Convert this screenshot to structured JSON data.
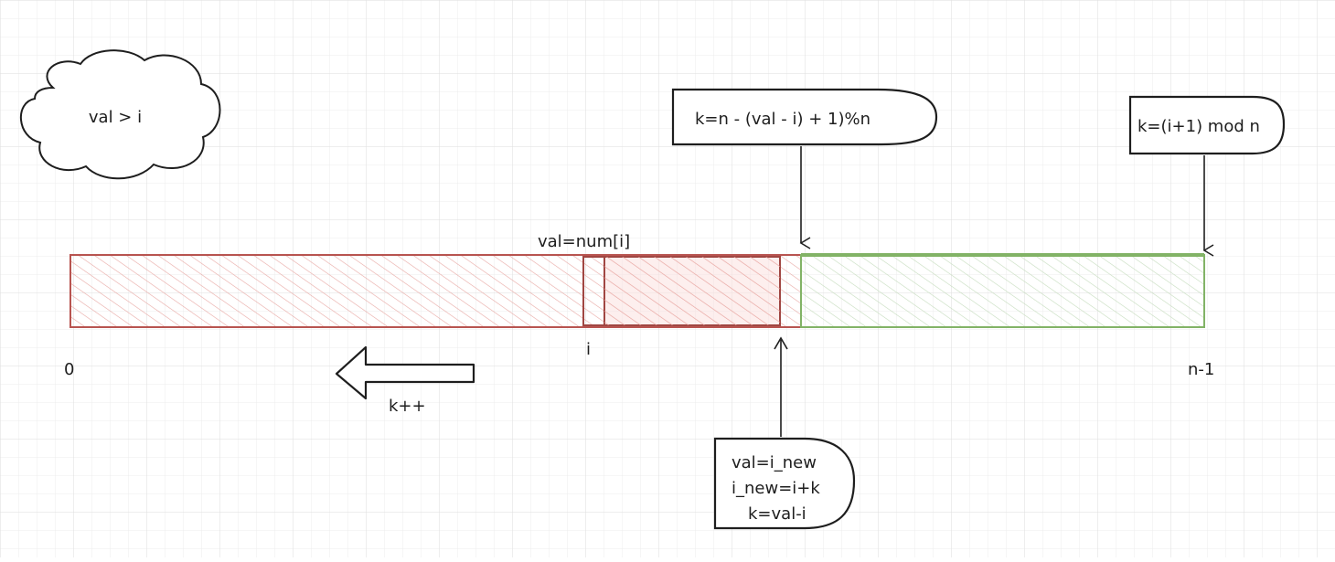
{
  "cloud": {
    "label": "val > i"
  },
  "callout_mid": {
    "label": "k=n - (val - i) + 1)%n"
  },
  "callout_right": {
    "label": "k=(i+1) mod n"
  },
  "array": {
    "value_label": "val=num[i]",
    "start_label": "0",
    "i_label": "i",
    "end_label": "n-1"
  },
  "arrow_left": {
    "label": "k++"
  },
  "callout_bottom": {
    "lines": [
      "val=i_new",
      "i_new=i+k",
      "k=val-i"
    ]
  },
  "colors": {
    "red_stroke": "#b85450",
    "red_fill": "#f8cecc",
    "green_stroke": "#82b366",
    "green_fill": "#d5e8d4",
    "ink": "#1e1e1e",
    "grid": "#e6e6e6"
  }
}
